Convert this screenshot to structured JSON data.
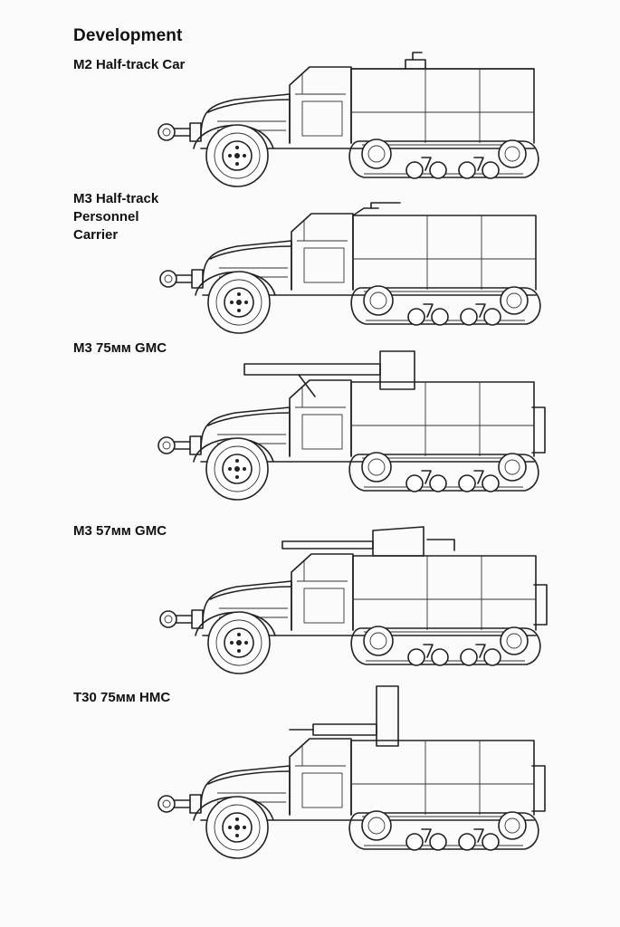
{
  "heading": "Development",
  "vehicles": [
    {
      "lines": [
        "M2 Half-track Car"
      ],
      "icon": "m2-half-track-car-drawing"
    },
    {
      "lines": [
        "M3 Half-track",
        "Personnel",
        "Carrier"
      ],
      "icon": "m3-half-track-personnel-carrier-drawing"
    },
    {
      "lines": [
        "M3 75мм GMC"
      ],
      "icon": "m3-75mm-gmc-drawing"
    },
    {
      "lines": [
        "M3 57мм GMC"
      ],
      "icon": "m3-57mm-gmc-drawing"
    },
    {
      "lines": [
        "T30 75мм HMC"
      ],
      "icon": "t30-75mm-hmc-drawing"
    }
  ]
}
